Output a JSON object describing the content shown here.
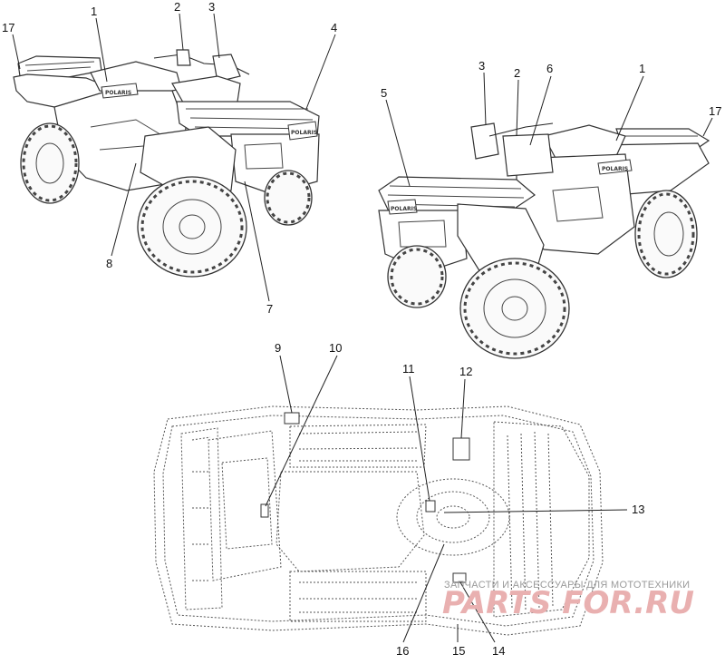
{
  "callouts": {
    "c1a": "1",
    "c2a": "2",
    "c3a": "3",
    "c4": "4",
    "c7": "7",
    "c8": "8",
    "c17a": "17",
    "c1b": "1",
    "c2b": "2",
    "c3b": "3",
    "c5": "5",
    "c6": "6",
    "c17b": "17",
    "c9": "9",
    "c10": "10",
    "c11": "11",
    "c12": "12",
    "c13": "13",
    "c14": "14",
    "c15": "15",
    "c16": "16"
  },
  "decal_text": {
    "brand": "POLARIS"
  },
  "watermark": {
    "tagline": "ЗАПЧАСТИ И АКСЕССУАРЫ ДЛЯ МОТОТЕХНИКИ",
    "brand": "PARTS FOR.RU"
  },
  "colors": {
    "line": "#222222",
    "watermark": "#e9b0b0",
    "tagline": "#9a9a9a"
  }
}
